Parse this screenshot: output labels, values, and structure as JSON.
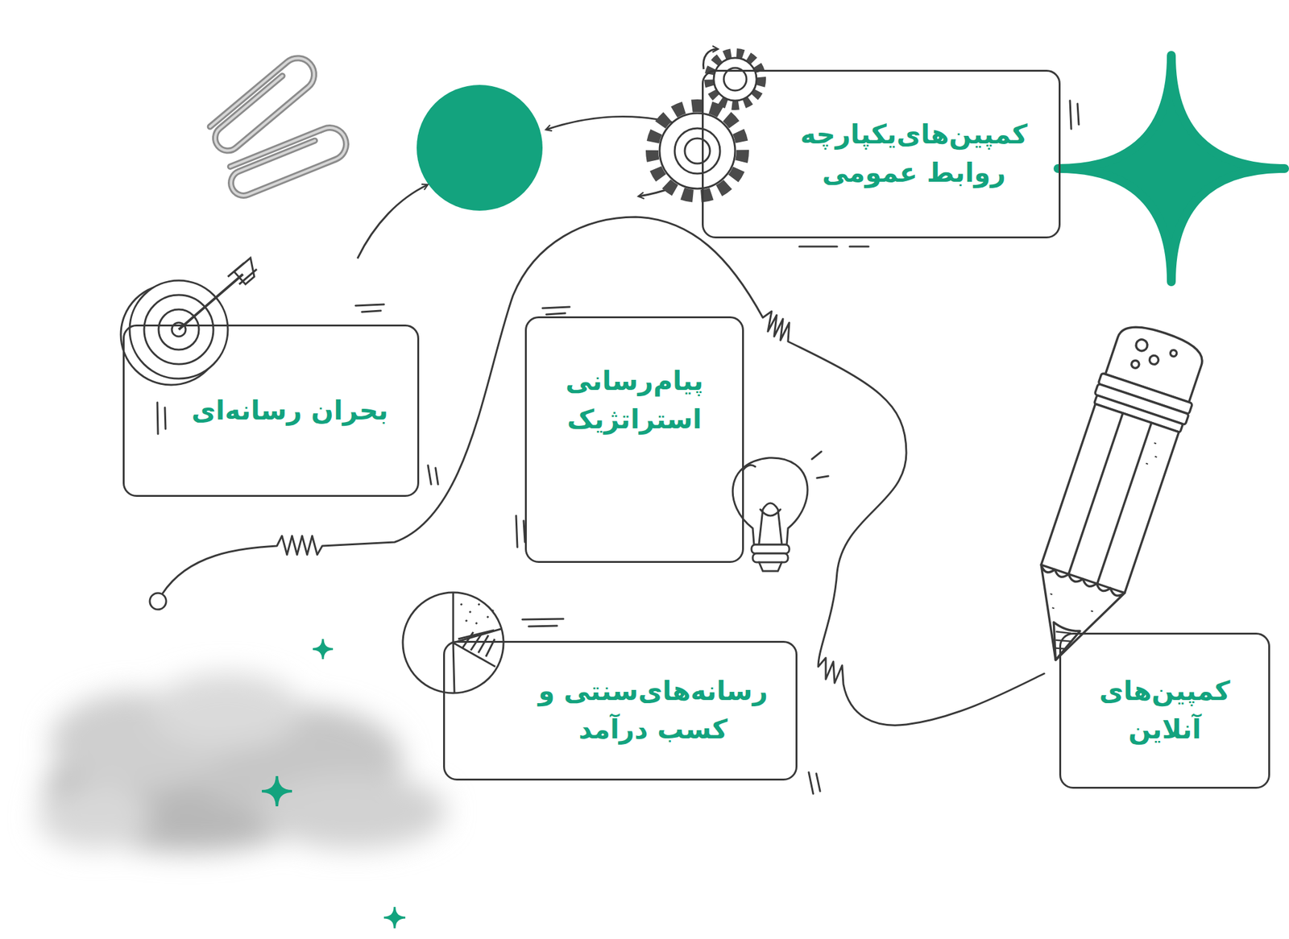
{
  "diagram": {
    "nodes": [
      {
        "text": [
          "کمپین‌های‌یکپارچه روابط عمومی"
        ]
      },
      {
        "text": [
          "پیام‌رسانی استراتژیک"
        ]
      },
      {
        "text": [
          "بحران رسانه‌ای"
        ]
      },
      {
        "text": [
          "کمپین‌های آنلاین"
        ]
      },
      {
        "text": [
          "رسانه‌های‌سنتی و کسب درآمد"
        ]
      }
    ]
  }
}
